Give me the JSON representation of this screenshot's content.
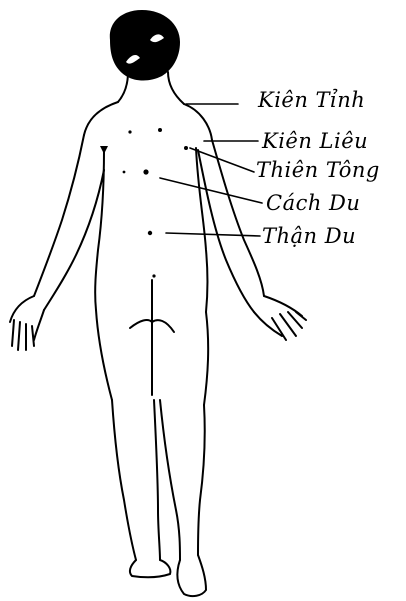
{
  "diagram": {
    "labels": {
      "kien_tinh": "Kiên Tỉnh",
      "kien_lieu": "Kiên Liêu",
      "thien_tong": "Thiên Tông",
      "cach_du": "Cách Du",
      "than_du": "Thận Du"
    },
    "colors": {
      "ink": "#000000",
      "paper": "#ffffff"
    }
  }
}
